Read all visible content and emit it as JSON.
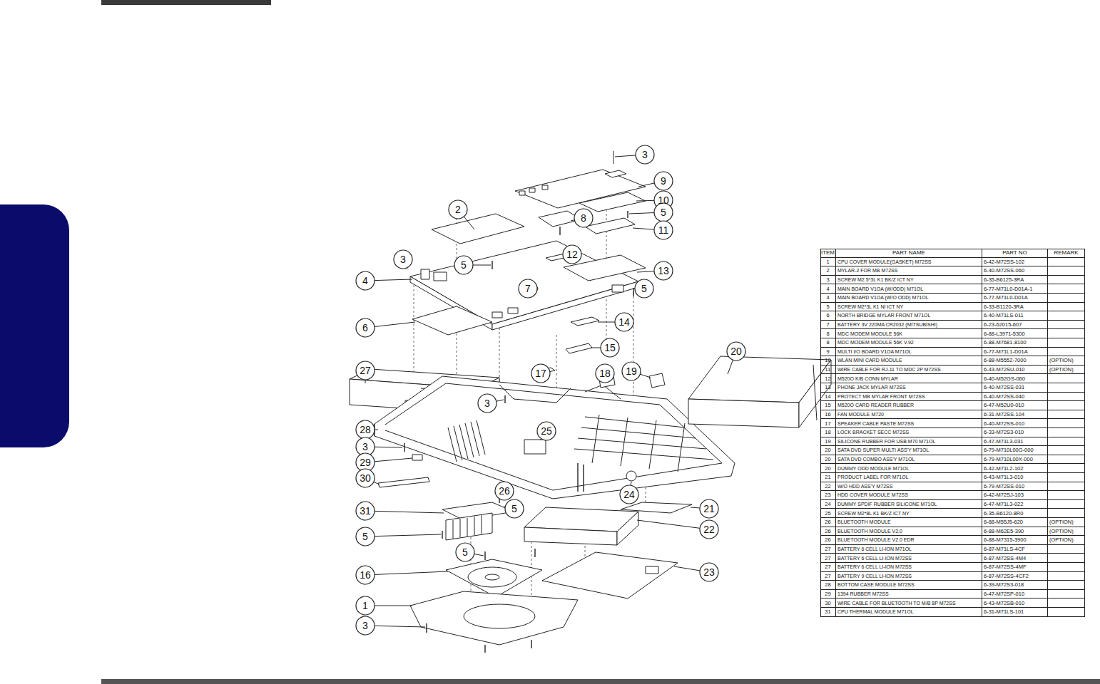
{
  "diagram": {
    "labels": [
      "3",
      "9",
      "10",
      "5",
      "8",
      "11",
      "2",
      "12",
      "13",
      "3",
      "5",
      "4",
      "7",
      "5",
      "14",
      "6",
      "15",
      "27",
      "17",
      "18",
      "19",
      "20",
      "3",
      "28",
      "25",
      "3",
      "29",
      "30",
      "26",
      "5",
      "24",
      "21",
      "31",
      "22",
      "5",
      "5",
      "16",
      "23",
      "1",
      "3",
      "ITEM",
      "PART NAME",
      "PART NO",
      "REMARK",
      "1",
      "CPU COVER MODULE(GASKET) M72SS",
      "6-42-M72SS-102",
      "2",
      "MYLAR-2 FOR MB M72SS",
      "6-40-M72SS-060",
      "3",
      "SCREW M2.5*3L K1 BK/Z ICT NY",
      "6-35-B6125-3RA",
      "4",
      "MAIN BOARD V1OA (W/ODD) M71OL",
      "6-77-M71L0-D01A-1",
      "4",
      "MAIN BOARD V1OA (W/O ODD) M71OL",
      "6-77-M71L0-D01A",
      "5",
      "SCREW M2*3L K1 NI ICT NY",
      "6-33-B1120-3RA",
      "6",
      "NORTH BRIDGE MYLAR FRONT M71OL",
      "6-40-M71LS-011",
      "7",
      "BATTERY 3V 220MA CR2032 (MITSUBISHI)",
      "6-23-62015-607",
      "8",
      "MDC MODEM MODULE 56K",
      "6-88-L3971-5300",
      "8",
      "MDC MODEM MODULE 56K V.92",
      "6-88-M7681-8100",
      "9",
      "MULTI I/O BOARD V1OA M71OL",
      "6-77-M71L1-D01A",
      "10",
      "WLAN MINI CARD MODULE",
      "6-88-M5552-7000",
      "(OPTION)",
      "11",
      "WIRE CABLE FOR RJ-11 TO MDC 2P M72SS",
      "6-43-M72SU-010",
      "(OPTION)",
      "12",
      "M520O K/B CONN MYLAR",
      "6-40-M52GS-060",
      "13",
      "PHONE JACK MYLAR M72SS",
      "6-40-M72SS-031",
      "14",
      "PROTECT MB MYLAR FRONT M72SS",
      "6-40-M72SS-040",
      "15",
      "M520O CARD READER RUBBER",
      "6-47-M52U0-010",
      "16",
      "FAN MODULE M720",
      "6-31-M72SS-104",
      "17",
      "SPEAKER CABLE PASTE M72SS",
      "6-40-M72SS-010",
      "18",
      "LOCK BRACKET SECC M72SS",
      "6-33-M72S3-010",
      "19",
      "SILICONE RUBBER FOR USB M70 M71OL",
      "6-47-M71L3-031",
      "20",
      "SATA DVD SUPER MULTI ASS'Y M71OL",
      "6-79-M710L00G-000",
      "20",
      "SATA DVD COMBO ASS'Y M71OL",
      "6-79-M710L00X-000",
      "20",
      "DUMMY ODD MODULE M71OL",
      "6-42-M71L2-102",
      "21",
      "PRODUCT LABEL FOR M71OL",
      "6-43-M71L3-010",
      "22",
      "W/O HDD ASS'Y M72SS",
      "6-79-M72SS-010",
      "23",
      "HDD COVER MODULE M72SS",
      "6-42-M72SJ-103",
      "24",
      "DUMMY SPDIF RUBBER SILICONE M71OL",
      "6-47-M71L3-022",
      "25",
      "SCREW M2*8L K1 BK/Z ICT NY",
      "6-35-B6120-8R0",
      "26",
      "BLUETOOTH MODULE",
      "6-88-M55J5-620",
      "(OPTION)",
      "26",
      "BLUETOOTH MODULE V2.0",
      "6-88-M62E5-390",
      "(OPTION)",
      "26",
      "BLUETOOTH MODULE V2.0 EDR",
      "6-88-M7315-3900",
      "(OPTION)",
      "27",
      "BATTERY 6 CELL LI-ION M71OL",
      "6-87-M71LS-4CF",
      "27",
      "BATTERY 6 CELL LI-ION M72SS",
      "6-87-M72SS-4M4",
      "27",
      "BATTERY 6 CELL LI-ION M72SS",
      "6-87-M72SS-4MF",
      "27",
      "BATTERY 9 CELL LI-ION M72SS",
      "6-87-M72SS-4CF2",
      "28",
      "BOTTOM CASE MODULE M72SS",
      "6-39-M72S3-018",
      "29",
      "1394 RUBBER M72SS",
      "6-47-M72SP-010",
      "30",
      "WIRE CABLE FOR BLUETOOTH TO M/B 8P M72SS",
      "6-43-M72SB-010",
      "31",
      "CPU THERMAL MODULE M71OL",
      "6-31-M71LS-101"
    ]
  }
}
